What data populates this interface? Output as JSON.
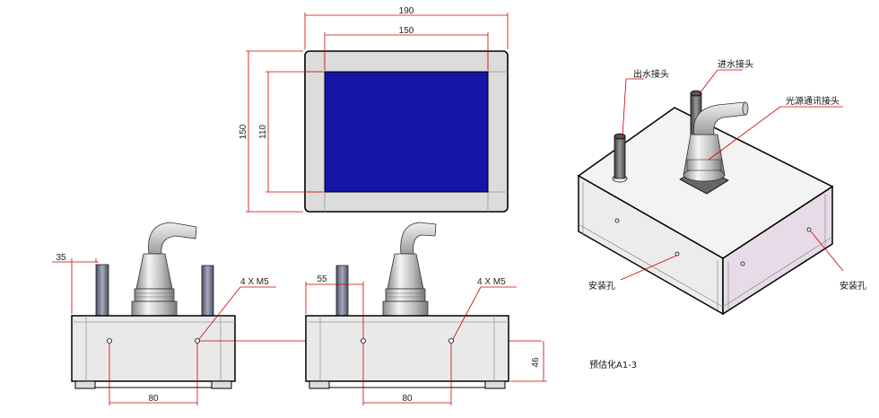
{
  "top_view": {
    "dim_outer_width": "190",
    "dim_inner_width": "150",
    "dim_outer_height": "150",
    "dim_inner_height": "110"
  },
  "front_view_left": {
    "dim_pipe_offset": "35",
    "dim_holes": "4 X M5",
    "dim_bottom": "80"
  },
  "front_view_right": {
    "dim_pipe_offset": "55",
    "dim_holes": "4 X M5",
    "dim_bottom": "80",
    "dim_height": "46"
  },
  "iso_view": {
    "label_outlet": "出水接头",
    "label_inlet": "进水接头",
    "label_connector": "光源通讯接头",
    "label_mount_left": "安装孔",
    "label_mount_right": "安装孔"
  },
  "caption": "预估化A1-3",
  "colors": {
    "window_blue": "#1414a6",
    "frame_grey": "#dcdcdc",
    "body_grey": "#e6e6e6",
    "side_purple": "#e7dbe7",
    "dim_red": "#cc0000"
  }
}
